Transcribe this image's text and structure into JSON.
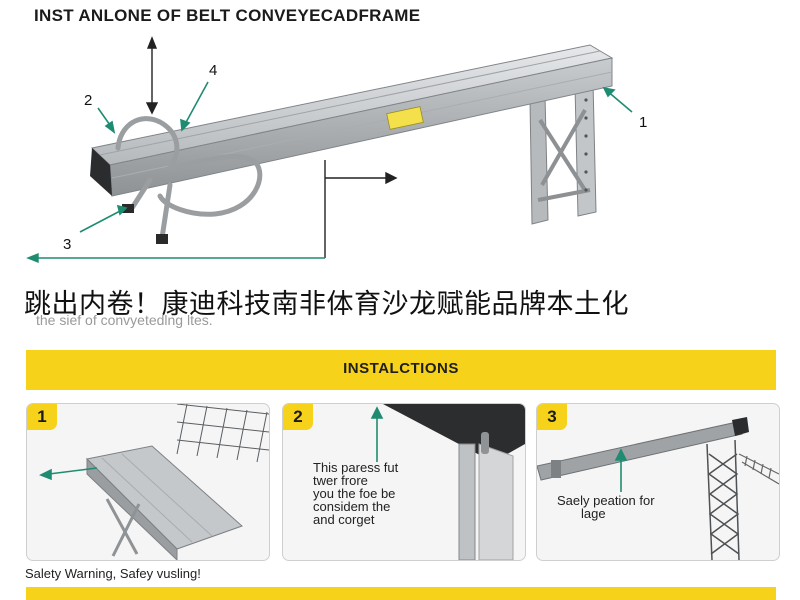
{
  "header": {
    "title": "INST ANLONE OF BELT CONVEYECADFRAME"
  },
  "callouts": [
    {
      "label": "1"
    },
    {
      "label": "2"
    },
    {
      "label": "3"
    },
    {
      "label": "4"
    }
  ],
  "overlay_caption": "跳出内卷！康迪科技南非体育沙龙赋能品牌本土化",
  "faded_caption": "the sief of convyetedlng ltes.",
  "instructions": {
    "banner_title": "INSTALCTIONS",
    "steps": [
      {
        "number": "1"
      },
      {
        "number": "2",
        "text_lines": [
          "This paress fut",
          "twer frore",
          "you the foe be",
          "considem the",
          "and corget"
        ]
      },
      {
        "number": "3",
        "text_lines": [
          "Saely peation for",
          "lage"
        ]
      }
    ],
    "bottom_caption": "Salety Warning, Safey vusling!"
  },
  "colors": {
    "accent_yellow": "#f7d21a",
    "frame_gray": "#b9bcbe",
    "arrow_teal": "#1f8c72",
    "text_dark": "#1b1b1b"
  }
}
